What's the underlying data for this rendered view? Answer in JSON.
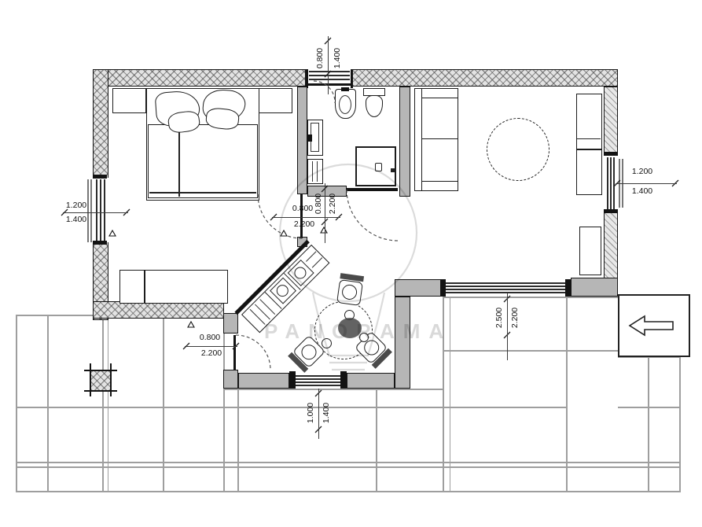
{
  "watermark": {
    "text": "PANORAMA"
  },
  "dimensions": {
    "top_window": {
      "width": "0.800",
      "height": "1.400"
    },
    "left_window": {
      "width": "1.200",
      "height": "1.400"
    },
    "right_window": {
      "width": "1.200",
      "height": "1.400"
    },
    "bathroom_door": {
      "width": "0.800",
      "height": "2.200"
    },
    "bedroom_door": {
      "width": "0.800",
      "height": "2.200"
    },
    "terrace_door": {
      "width": "2.500",
      "height": "2.200"
    },
    "kitchen_door": {
      "width": "0.800",
      "height": "2.200"
    },
    "kitchen_window": {
      "width": "1.000",
      "height": "1.400"
    }
  },
  "colors": {
    "wall_fill": "#e3e3e3",
    "interior_wall": "#b6b6b6",
    "outline": "#141414",
    "tile_line": "#9e9e9e",
    "watermark": "rgba(0,0,0,0.15)"
  }
}
